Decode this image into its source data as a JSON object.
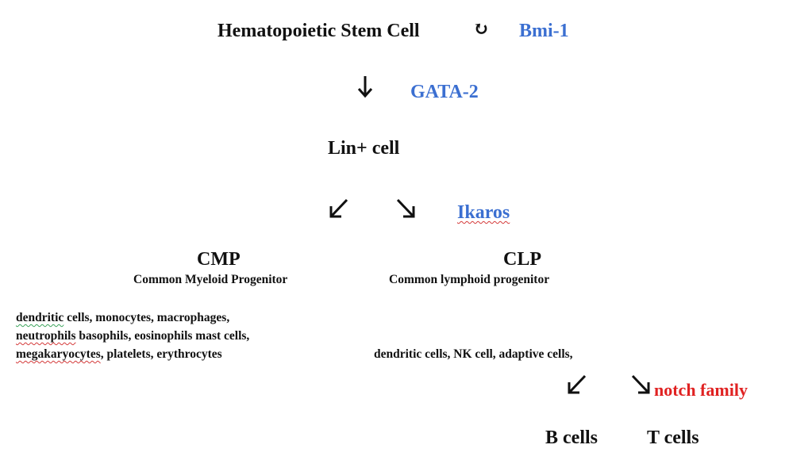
{
  "hsc": {
    "label": "Hematopoietic Stem Cell",
    "self_renew_symbol": "↻",
    "factor": "Bmi-1"
  },
  "step1": {
    "factor": "GATA-2"
  },
  "lin": {
    "label": "Lin+ cell"
  },
  "step2": {
    "factor": "Ikaros"
  },
  "cmp": {
    "abbr": "CMP",
    "full": "Common Myeloid Progenitor",
    "products": {
      "line1": {
        "a": "dendritic",
        "b": " cells, monocytes, macrophages,"
      },
      "line2": {
        "a": "neutrophils",
        "b": " basophils, eosinophils mast cells,"
      },
      "line3": {
        "a": "megakaryocytes",
        "b": ", platelets, erythrocytes"
      }
    }
  },
  "clp": {
    "abbr": "CLP",
    "full": "Common lymphoid progenitor",
    "products": "dendritic cells, NK cell, adaptive cells,"
  },
  "step3": {
    "factor": "notch family"
  },
  "b_cells": "B cells",
  "t_cells": "T cells",
  "colors": {
    "factor_blue": "#3b6fd1",
    "factor_red": "#e02222",
    "text": "#111111"
  }
}
